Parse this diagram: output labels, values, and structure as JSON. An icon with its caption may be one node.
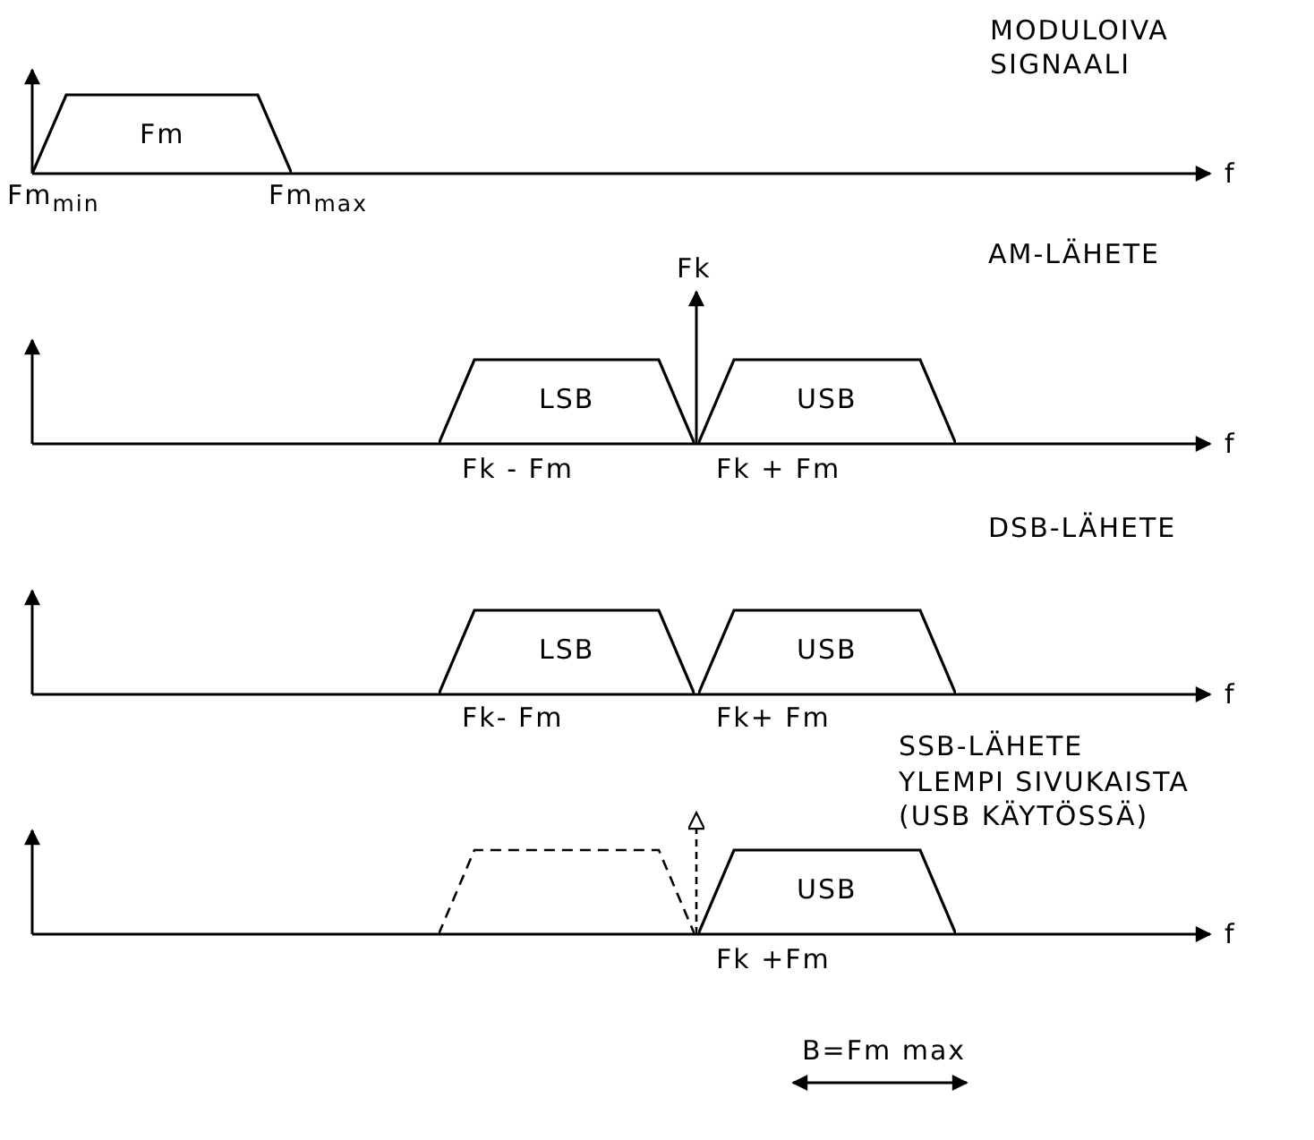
{
  "diagram": {
    "nodes": [
      {
        "text": [
          "Fm"
        ]
      },
      {
        "text": [
          "LSB"
        ]
      },
      {
        "text": [
          "USB"
        ]
      },
      {
        "text": [
          "LSB"
        ]
      },
      {
        "text": [
          "USB"
        ]
      },
      {
        "text": [],
        "shape": "trapezoid"
      },
      {
        "text": [
          "USB"
        ]
      }
    ],
    "labels": [
      "MODULOIVA SIGNAALI",
      "f",
      "Fm$_{min}$",
      "Fm$_{max}$",
      "Fk",
      "AM-LÄHETE",
      "f",
      "Fk - Fm",
      "Fk + Fm",
      "DSB-LÄHETE",
      "f",
      "Fk- Fm",
      "Fk+ Fm",
      "SSB-LÄHETE",
      "YLEMPI SIVUKAISTA (USB KÄYTÖSSÄ)",
      "f",
      "Fk +Fm",
      "B=Fm max"
    ]
  }
}
